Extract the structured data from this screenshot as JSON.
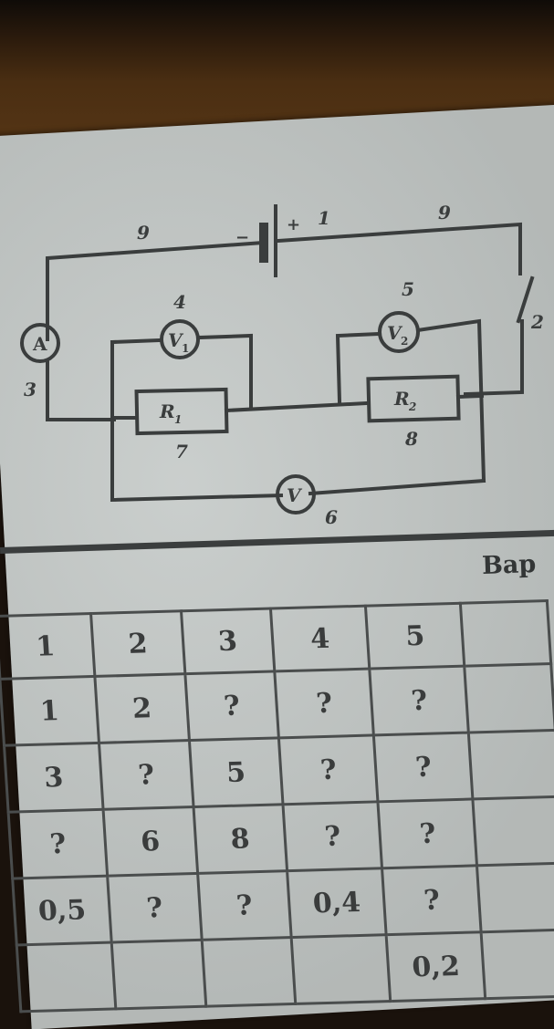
{
  "background": {
    "desk_color": "#4d3012",
    "paper_color": "#c3c8c6",
    "ink_color": "#3a3d3d"
  },
  "diagram": {
    "type": "electrical circuit",
    "components": [
      {
        "id": "1",
        "label": "1",
        "name": "battery",
        "polarity_left": "−",
        "polarity_right": "+"
      },
      {
        "id": "2",
        "label": "2",
        "name": "switch",
        "state": "open"
      },
      {
        "id": "3",
        "label": "3",
        "name": "ammeter",
        "symbol": "A"
      },
      {
        "id": "4",
        "label": "4",
        "name": "voltmeter-1",
        "symbol": "V",
        "subscript": "1"
      },
      {
        "id": "5",
        "label": "5",
        "name": "voltmeter-2",
        "symbol": "V",
        "subscript": "2"
      },
      {
        "id": "6",
        "label": "6",
        "name": "voltmeter-total",
        "symbol": "V"
      },
      {
        "id": "7",
        "label": "7",
        "name": "resistor-1",
        "symbol": "R",
        "subscript": "1"
      },
      {
        "id": "8",
        "label": "8",
        "name": "resistor-2",
        "symbol": "R",
        "subscript": "2"
      },
      {
        "id": "9a",
        "label": "9",
        "name": "wire-left"
      },
      {
        "id": "9b",
        "label": "9",
        "name": "wire-right"
      }
    ]
  },
  "section": {
    "title_partial": "Вар"
  },
  "table": {
    "headers": [
      "1",
      "2",
      "3",
      "4",
      "5",
      ""
    ],
    "rows": [
      [
        "1",
        "2",
        "?",
        "?",
        "?",
        ""
      ],
      [
        "3",
        "?",
        "5",
        "?",
        "?",
        ""
      ],
      [
        "?",
        "6",
        "8",
        "?",
        "?",
        ""
      ],
      [
        "0,5",
        "?",
        "?",
        "0,4",
        "?",
        ""
      ],
      [
        "",
        "",
        "",
        "",
        "0,2",
        ""
      ]
    ]
  }
}
